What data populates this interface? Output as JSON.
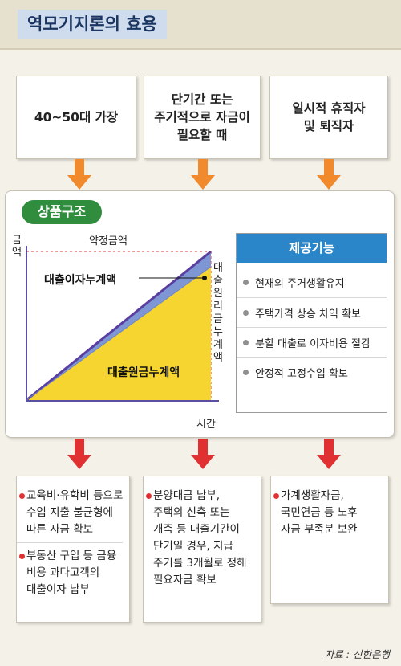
{
  "header": {
    "title": "역모기지론의 효용"
  },
  "top_boxes": [
    {
      "lines": [
        "40~50대 가장"
      ]
    },
    {
      "lines": [
        "단기간 또는",
        "주기적으로 자금이",
        "필요할 때"
      ]
    },
    {
      "lines": [
        "일시적 휴직자",
        "및 퇴직자"
      ]
    }
  ],
  "structure": {
    "title": "상품구조",
    "y_axis_label": [
      "금",
      "액"
    ],
    "x_axis_label": "시간",
    "agreed_amount_label": "약정금액",
    "interest_label": "대출이자누계액",
    "principal_label": "대출원금누계액",
    "principal_side_label": [
      "대",
      "출",
      "원",
      "리",
      "금",
      "누",
      "계",
      "액"
    ],
    "colors": {
      "principal": "#f6d531",
      "interest": "#7e96d4",
      "edge": "#5a3fa0",
      "dashed": "#e55a50"
    }
  },
  "features": {
    "title": "제공기능",
    "items": [
      "현재의 주거생활유지",
      "주택가격 상승 차익 확보",
      "분할 대출로 이자비용 절감",
      "안정적 고정수입 확보"
    ]
  },
  "bottom_boxes": [
    {
      "items": [
        {
          "lines": [
            "교육비·유학비 등으로",
            "수입 지출 불균형에",
            "따른 자금 확보"
          ]
        },
        {
          "lines": [
            "부동산 구입 등 금융",
            "비용 과다고객의",
            "대출이자 납부"
          ]
        }
      ]
    },
    {
      "items": [
        {
          "lines": [
            "분양대금 납부,",
            "주택의 신축 또는",
            "개축 등 대출기간이",
            "단기일 경우, 지급",
            "주기를 3개월로 정해",
            "필요자금 확보"
          ]
        }
      ]
    },
    {
      "items": [
        {
          "lines": [
            "가계생활자금,",
            "국민연금 등 노후",
            "자금 부족분 보완"
          ]
        }
      ]
    }
  ],
  "source": "자료 : 신한은행"
}
